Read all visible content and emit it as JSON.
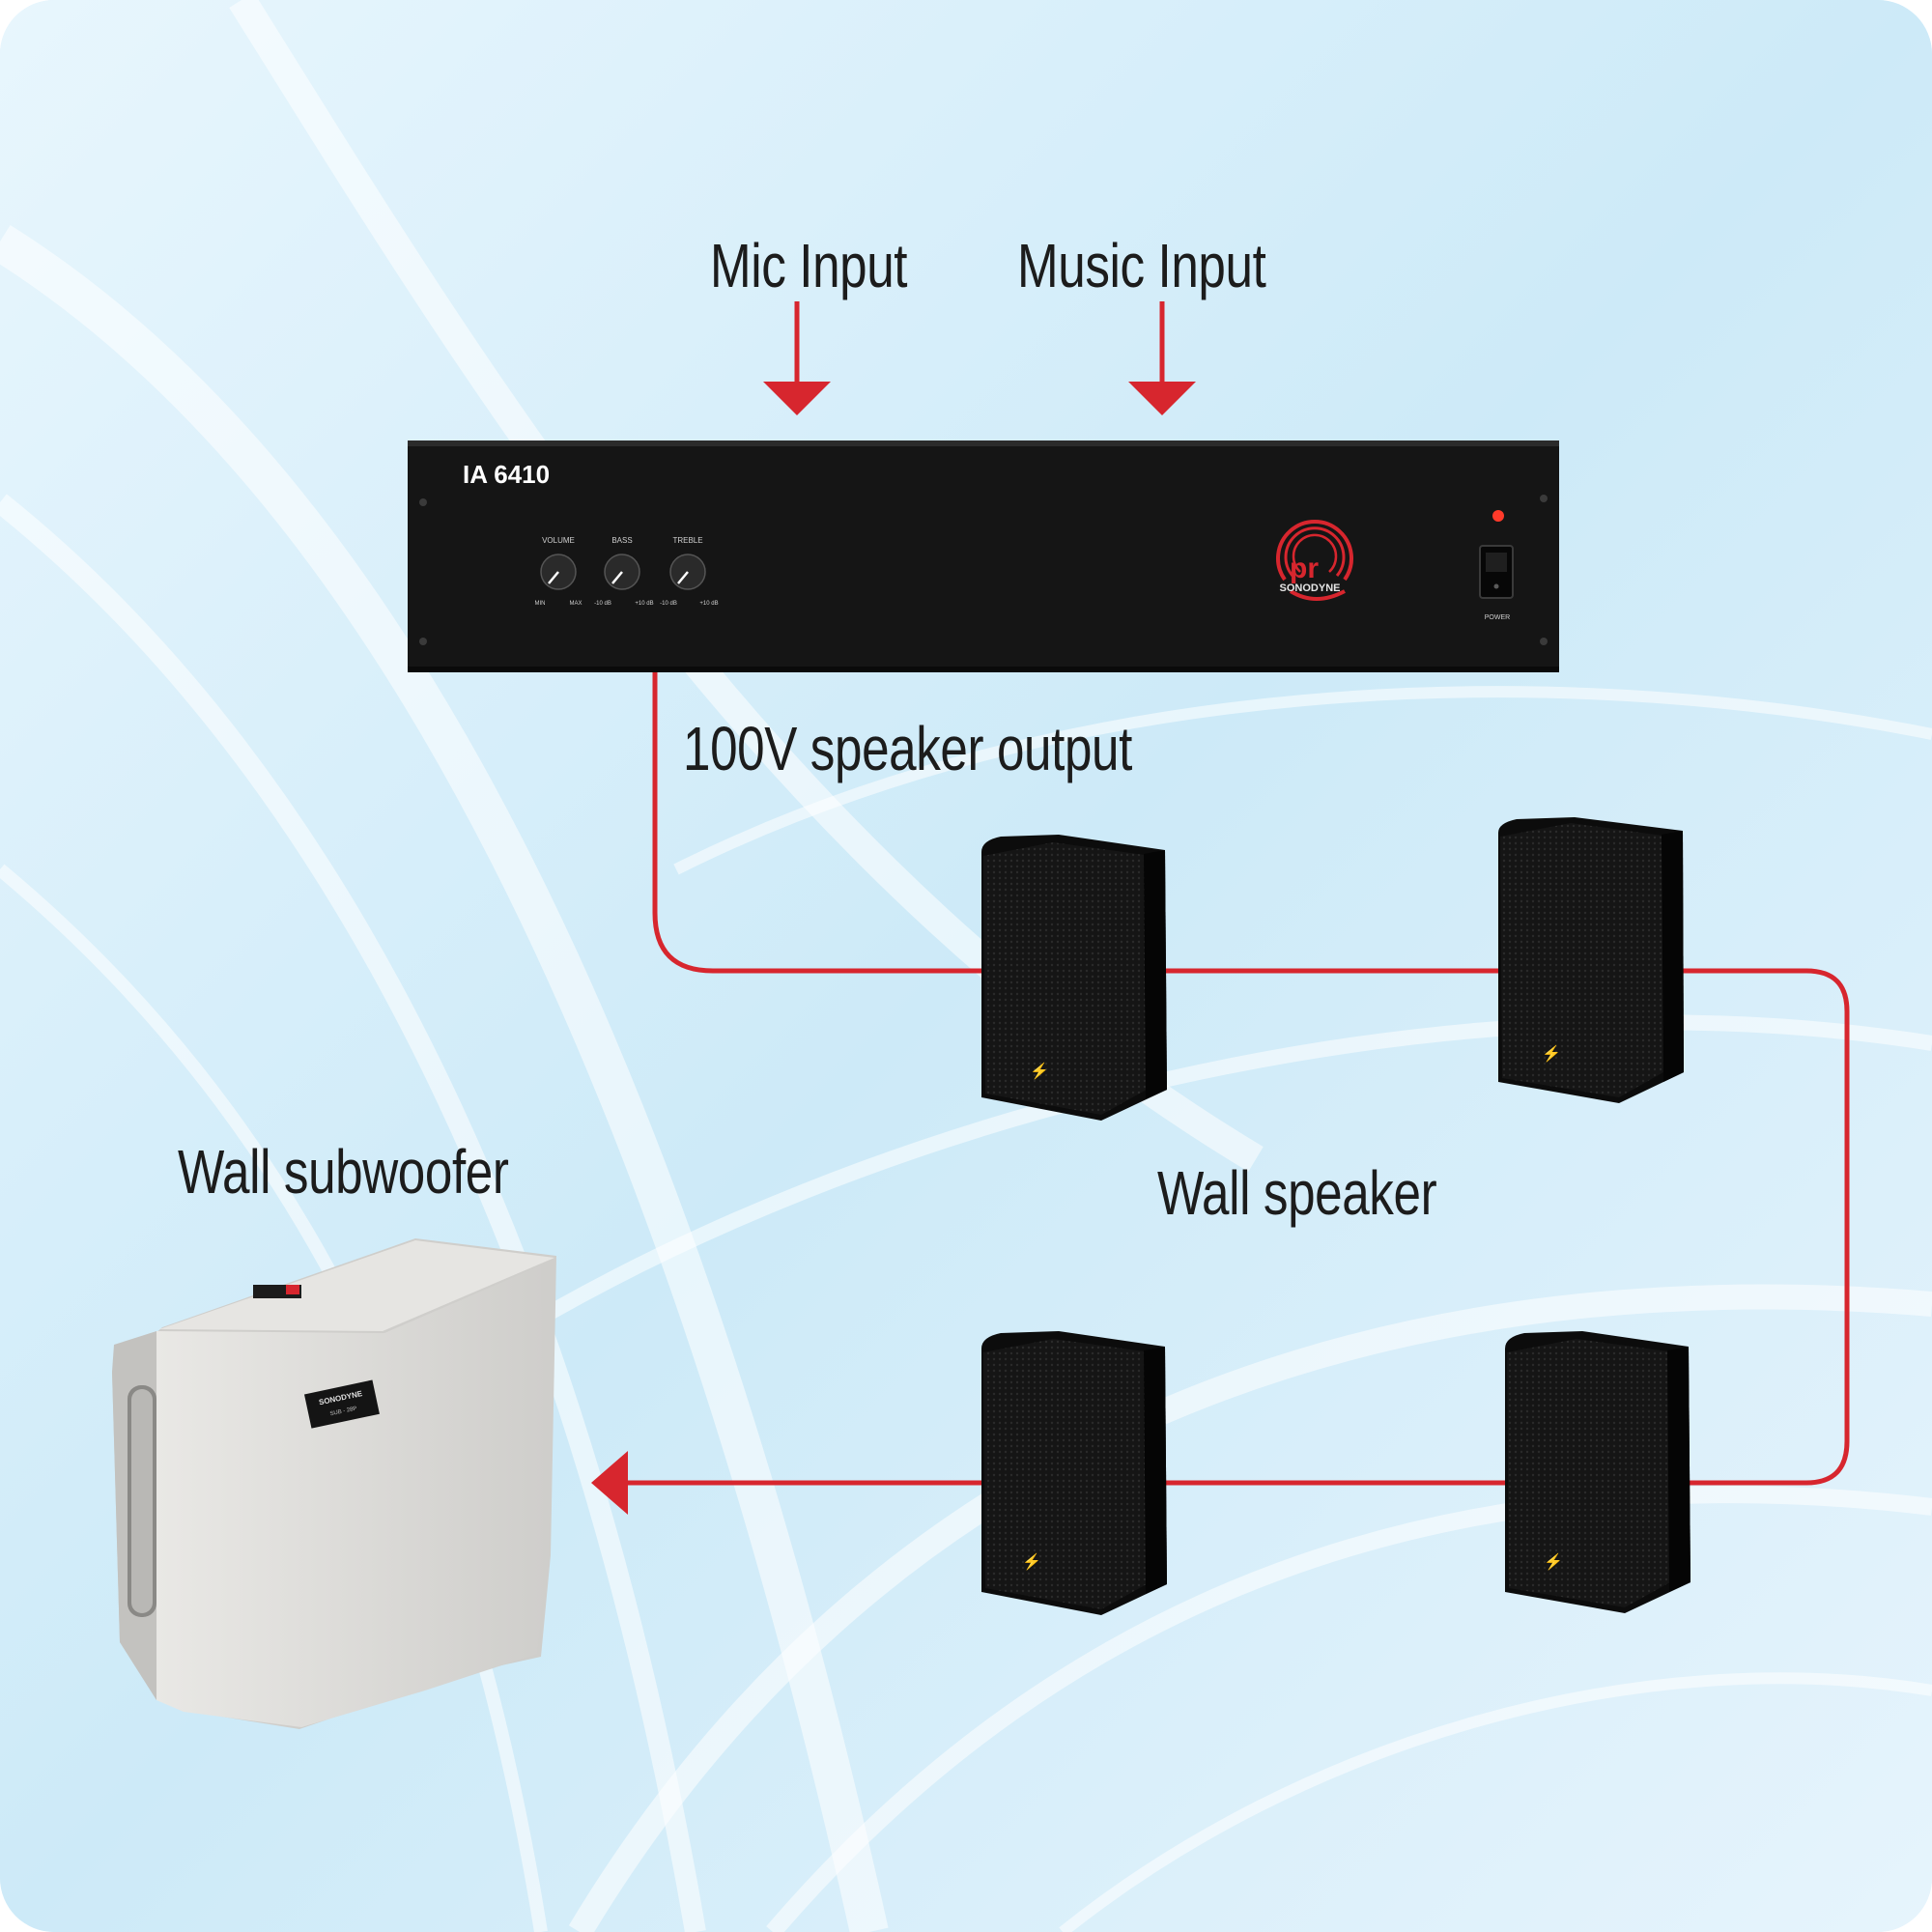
{
  "labels": {
    "mic_input": "Mic Input",
    "music_input": "Music Input",
    "speaker_output": "100V speaker output",
    "wall_speaker": "Wall speaker",
    "wall_subwoofer": "Wall subwoofer"
  },
  "amplifier": {
    "model": "IA 6410",
    "knobs": [
      {
        "name": "VOLUME",
        "min": "MIN",
        "max": "MAX"
      },
      {
        "name": "BASS",
        "min": "-10 dB",
        "max": "+10 dB"
      },
      {
        "name": "TREBLE",
        "min": "-10 dB",
        "max": "+10 dB"
      }
    ],
    "brand": "SONODYNE",
    "logo_letters": "pr",
    "power_label": "POWER"
  },
  "subwoofer": {
    "badge_brand": "SONODYNE",
    "badge_model": "SUB - 28P"
  },
  "colors": {
    "wire": "#d7262e",
    "amp_body": "#141414",
    "speaker_body": "#111111",
    "subwoofer_body": "#dedddb",
    "background": "#dcf0fb"
  }
}
